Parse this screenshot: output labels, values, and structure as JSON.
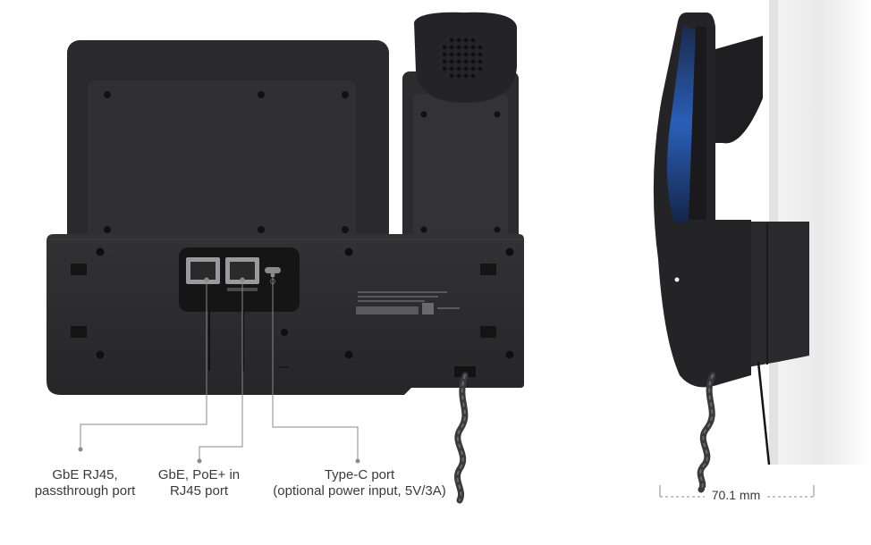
{
  "callouts": {
    "gbe_passthrough": {
      "line1": "GbE RJ45,",
      "line2": "passthrough port"
    },
    "gbe_poe": {
      "line1": "GbE, PoE+ in",
      "line2": "RJ45 port"
    },
    "typec": {
      "line1": "Type-C port",
      "line2": "(optional power input, 5V/3A)"
    }
  },
  "dimension": {
    "label": "70.1 mm"
  },
  "colors": {
    "device_body": "#2b2b2d",
    "device_dark": "#1d1d1f",
    "callout_line": "#8a8a8a",
    "text": "#3a3a3a"
  }
}
